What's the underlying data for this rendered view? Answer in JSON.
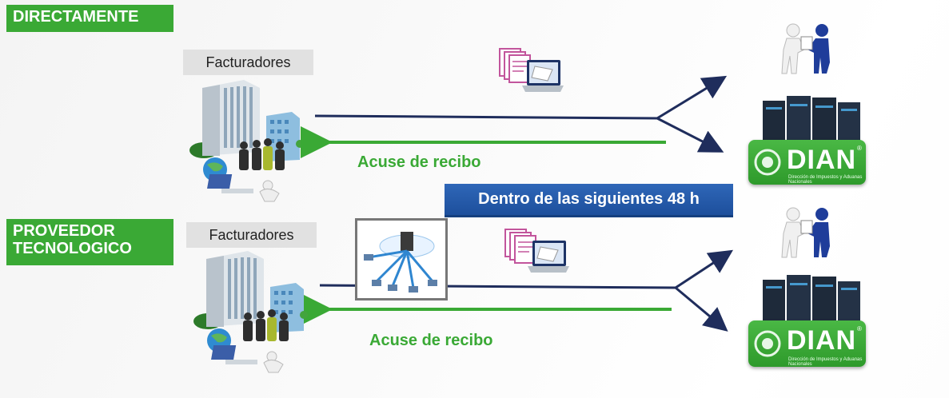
{
  "sections": {
    "direct": {
      "tag": "DIRECTAMENTE",
      "sender_label": "Facturadores",
      "ack_label": "Acuse de recibo"
    },
    "provider": {
      "tag_line1": "PROVEEDOR",
      "tag_line2": "TECNOLOGICO",
      "sender_label": "Facturadores",
      "ack_label": "Acuse de recibo"
    }
  },
  "banner": {
    "text": "Dentro de las siguientes 48 h"
  },
  "receiver": {
    "logo_text": "DIAN",
    "logo_mark": "®",
    "logo_subtitle": "Dirección de Impuestos y Aduanas Nacionales"
  },
  "colors": {
    "green": "#3aa935",
    "navy_arrow": "#1f2d5c",
    "banner_blue": "#2358aa"
  },
  "icons": [
    "building-people-icon",
    "invoice-laptop-icon",
    "network-diagram-icon",
    "handshake-icon",
    "server-rack-icon",
    "dian-logo"
  ]
}
